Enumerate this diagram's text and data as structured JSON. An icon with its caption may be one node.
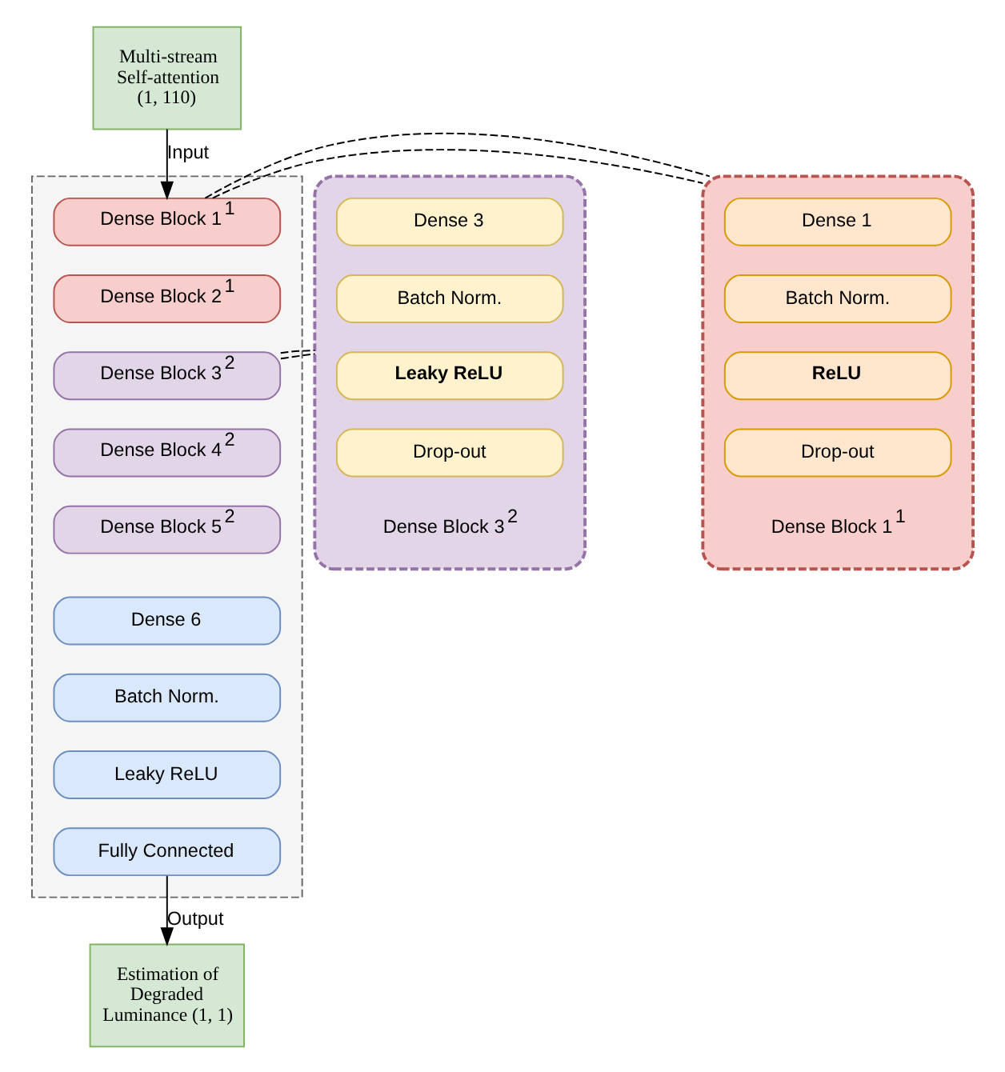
{
  "diagram": {
    "nodes": [
      {
        "text": [
          "Multi-stream Self-attention (1, 110)"
        ]
      },
      {
        "text": [],
        "shape": "box"
      },
      {
        "text": [
          "Dense Block 1$^{1}$"
        ],
        "in": 1
      },
      {
        "text": [
          "Dense Block 2$^{1}$"
        ],
        "in": 1
      },
      {
        "text": [
          "Dense Block 3$^{2}$"
        ],
        "in": 1
      },
      {
        "text": [
          "Dense Block 4$^{2}$"
        ],
        "in": 1
      },
      {
        "text": [
          "Dense Block 5$^{2}$"
        ],
        "in": 1
      },
      {
        "text": [
          "Dense 6"
        ],
        "in": 1
      },
      {
        "text": [
          "Batch Norm."
        ],
        "in": 1
      },
      {
        "text": [
          "Leaky ReLU"
        ],
        "in": 1
      },
      {
        "text": [
          "Fully Connected"
        ],
        "in": 1
      },
      {
        "text": [
          "Estimation of Degraded Luminance (1, 1)"
        ]
      },
      {
        "text": [
          "Dense Block 3$^{2}$"
        ]
      },
      {
        "text": [
          "Dense 3"
        ],
        "in": 12
      },
      {
        "text": [
          "Batch Norm."
        ],
        "in": 12
      },
      {
        "text": [
          "Leaky ReLU"
        ],
        "in": 12
      },
      {
        "text": [
          "Drop-out"
        ],
        "in": 12
      },
      {
        "text": [
          "Dense Block 1$^{1}$"
        ]
      },
      {
        "text": [
          "Dense 1"
        ],
        "in": 17
      },
      {
        "text": [
          "Batch Norm."
        ],
        "in": 17
      },
      {
        "text": [
          "ReLU"
        ],
        "in": 17
      },
      {
        "text": [
          "Drop-out"
        ],
        "in": 17
      }
    ],
    "edges": [
      {
        "from": 0,
        "to": 2,
        "arrow": "to",
        "label": "Input"
      },
      {
        "from": 10,
        "to": 11,
        "arrow": "to",
        "label": "Output"
      },
      {
        "from": 2,
        "to": 17,
        "arrow": "none",
        "style": "dashed"
      },
      {
        "from": 2,
        "to": 17,
        "arrow": "none",
        "style": "dashed"
      },
      {
        "from": 4,
        "to": 12,
        "arrow": "none",
        "style": "dashed"
      },
      {
        "from": 4,
        "to": 12,
        "arrow": "none",
        "style": "dashed"
      }
    ]
  }
}
